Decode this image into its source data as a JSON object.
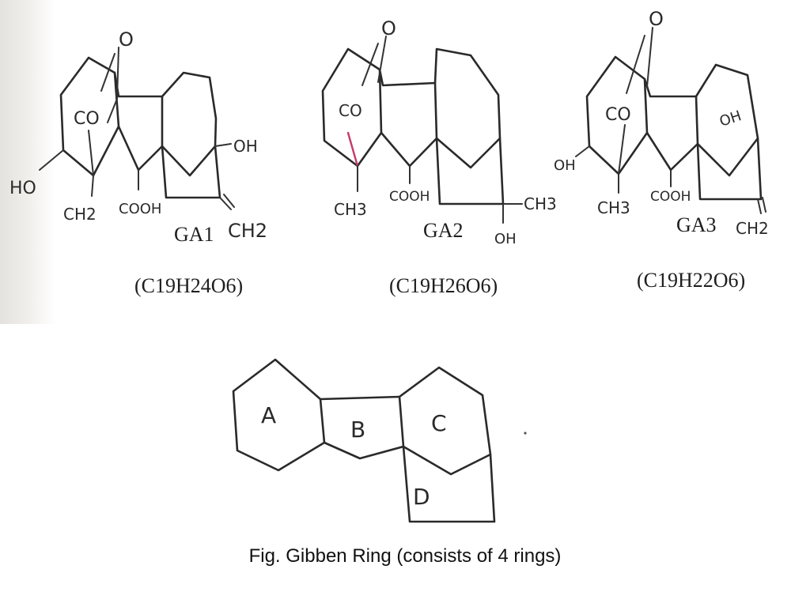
{
  "slide": {
    "caption": "Fig. Gibben Ring (consists of 4 rings)"
  },
  "structures": [
    {
      "name": "GA1",
      "formula": "(C19H24O6)",
      "labels": {
        "carbonyl": "O",
        "lactone": "CO",
        "hydroxyl_left": "HO",
        "methyl": "CH2",
        "acid": "COOH",
        "hydroxyl_right": "OH",
        "methylene": "CH2"
      }
    },
    {
      "name": "GA2",
      "formula": "(C19H26O6)",
      "labels": {
        "carbonyl": "O",
        "lactone": "CO",
        "methyl": "CH3",
        "acid": "COOH",
        "methyl_right": "CH3",
        "hydroxyl": "OH"
      }
    },
    {
      "name": "GA3",
      "formula": "(C19H22O6)",
      "labels": {
        "carbonyl": "O",
        "lactone": "CO",
        "hydroxyl_left": "OH",
        "methyl": "CH3",
        "acid": "COOH",
        "hydroxyl_ring": "OH",
        "methylene": "CH2"
      }
    }
  ],
  "gibbane": {
    "rings": [
      "A",
      "B",
      "C",
      "D"
    ]
  }
}
